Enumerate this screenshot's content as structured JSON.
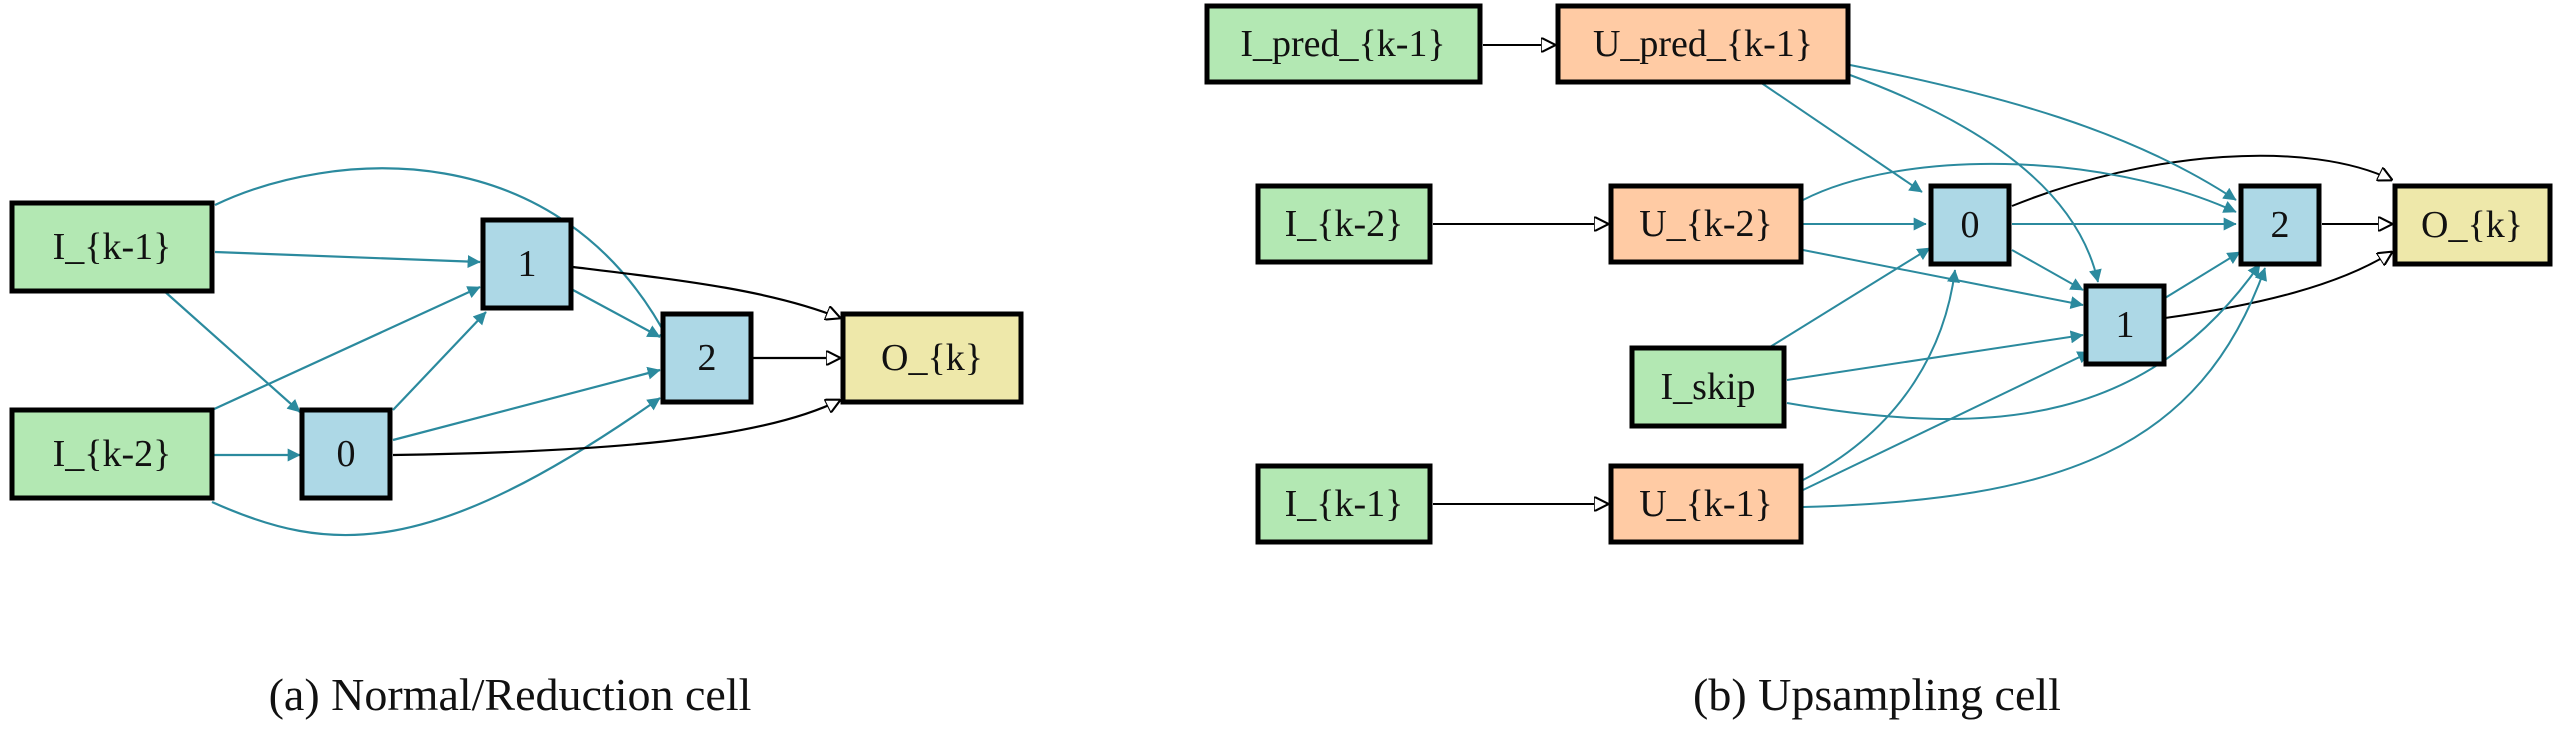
{
  "colors": {
    "input": "#b3e8b3",
    "output": "#eee8aa",
    "intermediate": "#add8e6",
    "upsample": "#ffcba4",
    "teal_edge": "#2b8a9e",
    "black_edge": "#000000",
    "border": "#000000"
  },
  "panel_a": {
    "caption": "(a) Normal/Reduction cell",
    "nodes": {
      "ik1": "I_{k-1}",
      "ik2": "I_{k-2}",
      "n0": "0",
      "n1": "1",
      "n2": "2",
      "ok": "O_{k}"
    }
  },
  "panel_b": {
    "caption": "(b) Upsampling cell",
    "nodes": {
      "ipred": "I_pred_{k-1}",
      "upred": "U_pred_{k-1}",
      "ik2": "I_{k-2}",
      "uk2": "U_{k-2}",
      "n0": "0",
      "n1": "1",
      "n2": "2",
      "ok": "O_{k}",
      "iskip": "I_skip",
      "ik1": "I_{k-1}",
      "uk1": "U_{k-1}"
    }
  }
}
